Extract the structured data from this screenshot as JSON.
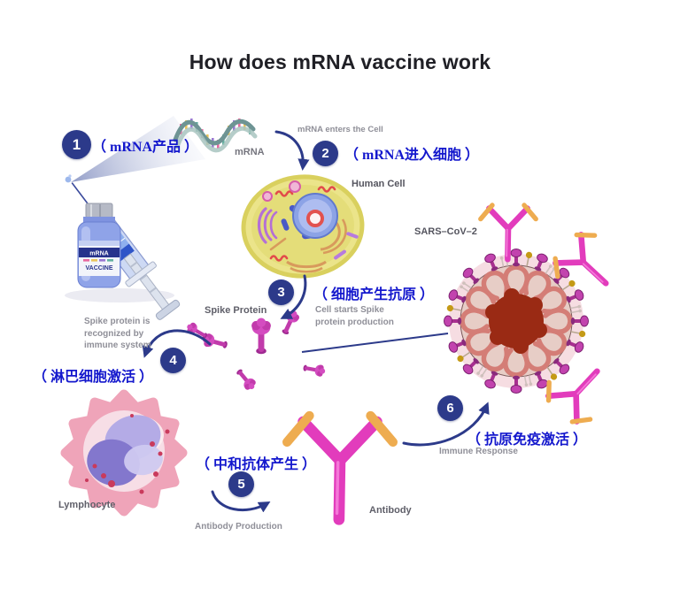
{
  "title": "How does mRNA vaccine work",
  "steps": [
    {
      "num": "1",
      "zh": "（ mRNA产品 ）"
    },
    {
      "num": "2",
      "zh": "（ mRNA进入细胞 ）"
    },
    {
      "num": "3",
      "zh": "（ 细胞产生抗原 ）"
    },
    {
      "num": "4",
      "zh": "（ 淋巴细胞激活 ）"
    },
    {
      "num": "5",
      "zh": "（ 中和抗体产生 ）"
    },
    {
      "num": "6",
      "zh": "（ 抗原免疫激活 ）"
    }
  ],
  "labels": {
    "mrna": "mRNA",
    "mrna_enters": "mRNA enters the Cell",
    "human_cell": "Human Cell",
    "cell_starts": "Cell starts Spike\nprotein production",
    "spike_protein": "Spike Protein",
    "recognized": "Spike protein is\nrecognized by\nimmune system",
    "lymphocyte": "Lymphocyte",
    "antibody_production": "Antibody Production",
    "antibody": "Antibody",
    "immune_response": "Immune Response",
    "sars_cov_2": "SARS–CoV–2"
  },
  "vial": {
    "line1": "mRNA",
    "line2": "VACCINE"
  },
  "colors": {
    "accent_blue_text": "#1418cd",
    "navy_steps_arrows": "#2c3a8a",
    "gray_label": "#8f8f98",
    "magenta_spike": "#c83bb2",
    "antibody_pink": "#e23cbc",
    "antibody_orange": "#eeac50",
    "virus_core": "#9a2a14",
    "virus_body": "#e7cdc6",
    "cell_yellow": "#ebe48a",
    "lymphocyte_pink": "#efa4b9"
  }
}
